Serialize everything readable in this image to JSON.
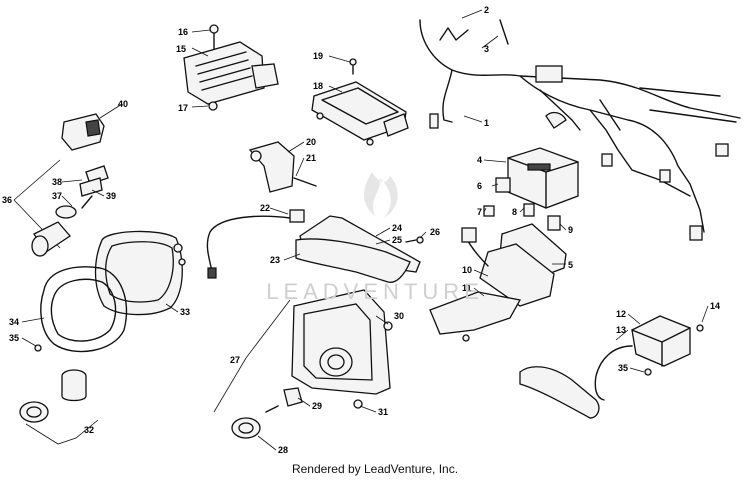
{
  "diagram": {
    "callouts": [
      {
        "id": "c1",
        "text": "1"
      },
      {
        "id": "c2",
        "text": "2"
      },
      {
        "id": "c3",
        "text": "3"
      },
      {
        "id": "c4",
        "text": "4"
      },
      {
        "id": "c5",
        "text": "5"
      },
      {
        "id": "c6",
        "text": "6"
      },
      {
        "id": "c7",
        "text": "7"
      },
      {
        "id": "c8",
        "text": "8"
      },
      {
        "id": "c9",
        "text": "9"
      },
      {
        "id": "c10",
        "text": "10"
      },
      {
        "id": "c11",
        "text": "11"
      },
      {
        "id": "c12",
        "text": "12"
      },
      {
        "id": "c13",
        "text": "13"
      },
      {
        "id": "c14",
        "text": "14"
      },
      {
        "id": "c15",
        "text": "15"
      },
      {
        "id": "c16",
        "text": "16"
      },
      {
        "id": "c17",
        "text": "17"
      },
      {
        "id": "c18",
        "text": "18"
      },
      {
        "id": "c19",
        "text": "19"
      },
      {
        "id": "c20",
        "text": "20"
      },
      {
        "id": "c21",
        "text": "21"
      },
      {
        "id": "c22",
        "text": "22"
      },
      {
        "id": "c23",
        "text": "23"
      },
      {
        "id": "c24",
        "text": "24"
      },
      {
        "id": "c25",
        "text": "25"
      },
      {
        "id": "c26",
        "text": "26"
      },
      {
        "id": "c27",
        "text": "27"
      },
      {
        "id": "c28",
        "text": "28"
      },
      {
        "id": "c29",
        "text": "29"
      },
      {
        "id": "c30",
        "text": "30"
      },
      {
        "id": "c31",
        "text": "31"
      },
      {
        "id": "c32",
        "text": "32"
      },
      {
        "id": "c33",
        "text": "33"
      },
      {
        "id": "c34",
        "text": "34"
      },
      {
        "id": "c35a",
        "text": "35"
      },
      {
        "id": "c35b",
        "text": "35"
      },
      {
        "id": "c36",
        "text": "36"
      },
      {
        "id": "c37",
        "text": "37"
      },
      {
        "id": "c38",
        "text": "38"
      },
      {
        "id": "c39",
        "text": "39"
      },
      {
        "id": "c40",
        "text": "40"
      }
    ]
  },
  "watermark": "LEADVENTURE",
  "footer": "Rendered by LeadVenture, Inc."
}
